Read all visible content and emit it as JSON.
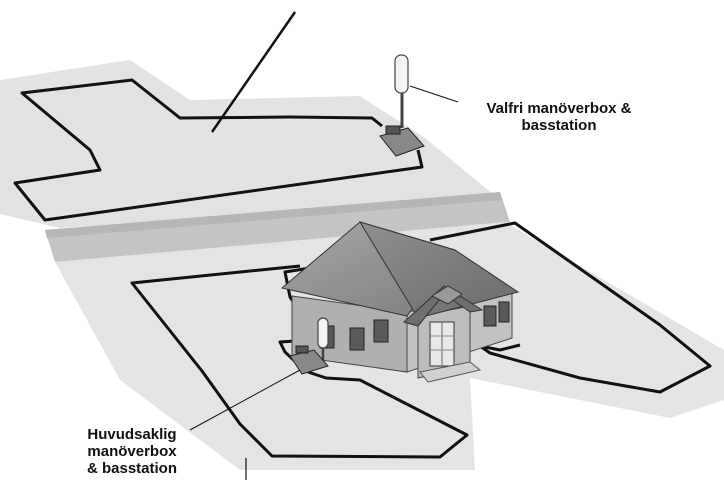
{
  "labels": {
    "optional": {
      "line1": "Valfri manöverbox &",
      "line2": "basstation"
    },
    "main": {
      "line1": "Huvudsaklig",
      "line2": "manöverbox",
      "line3": "& basstation"
    }
  },
  "colors": {
    "lawn": "#e4e4e4",
    "street": "#c2c2c2",
    "wire": "#111111",
    "house_wall": "#b4b4b4",
    "house_roof": "#8a8a8a"
  }
}
